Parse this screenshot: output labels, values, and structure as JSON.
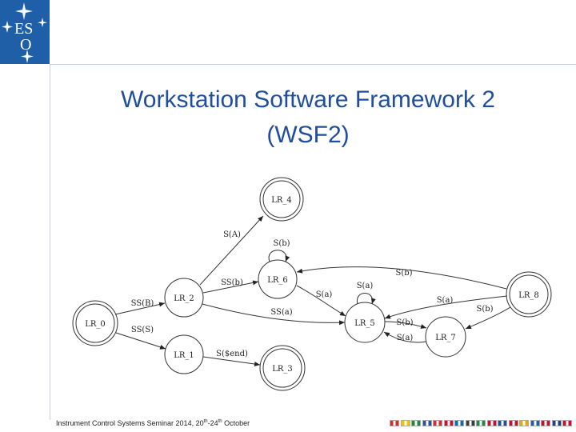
{
  "header": {
    "logo_text": "ESO"
  },
  "slide": {
    "title_line1": "Workstation Software Framework 2",
    "title_line2": "(WSF2)"
  },
  "diagram": {
    "nodes": {
      "lr0": "LR_0",
      "lr1": "LR_1",
      "lr2": "LR_2",
      "lr3": "LR_3",
      "lr4": "LR_4",
      "lr5": "LR_5",
      "lr6": "LR_6",
      "lr7": "LR_7",
      "lr8": "LR_8"
    },
    "edges": {
      "lr2_lr4": "S(A)",
      "lr6_self": "S(b)",
      "lr2_lr6": "SS(b)",
      "lr8_lr6": "S(b)",
      "lr6_lr5": "S(a)",
      "lr5_self": "S(a)",
      "lr8_lr5": "S(a)",
      "lr8_lr7": "S(b)",
      "lr0_lr2": "SS(B)",
      "lr2_lr5": "SS(a)",
      "lr0_lr1": "SS(S)",
      "lr1_lr3": "S($end)",
      "lr5_lr7": "S(b)",
      "lr7_lr5": "S(a)"
    }
  },
  "footer": {
    "text_part1": "Instrument Control Systems Seminar 2014, 20",
    "sup1": "th",
    "text_part2": "-24",
    "sup2": "th",
    "text_part3": " October"
  },
  "flags": [
    "#d62b2b",
    "#f2c500",
    "#1d8a3a",
    "#2a53a8",
    "#d62b2b",
    "#c8102e",
    "#0a6ab6",
    "#3a3a3a",
    "#1d8a3a",
    "#c8102e",
    "#1d4fa0",
    "#c8102e",
    "#e8a800",
    "#1d5fa8",
    "#c8102e",
    "#1f3f8f",
    "#c8102e"
  ]
}
